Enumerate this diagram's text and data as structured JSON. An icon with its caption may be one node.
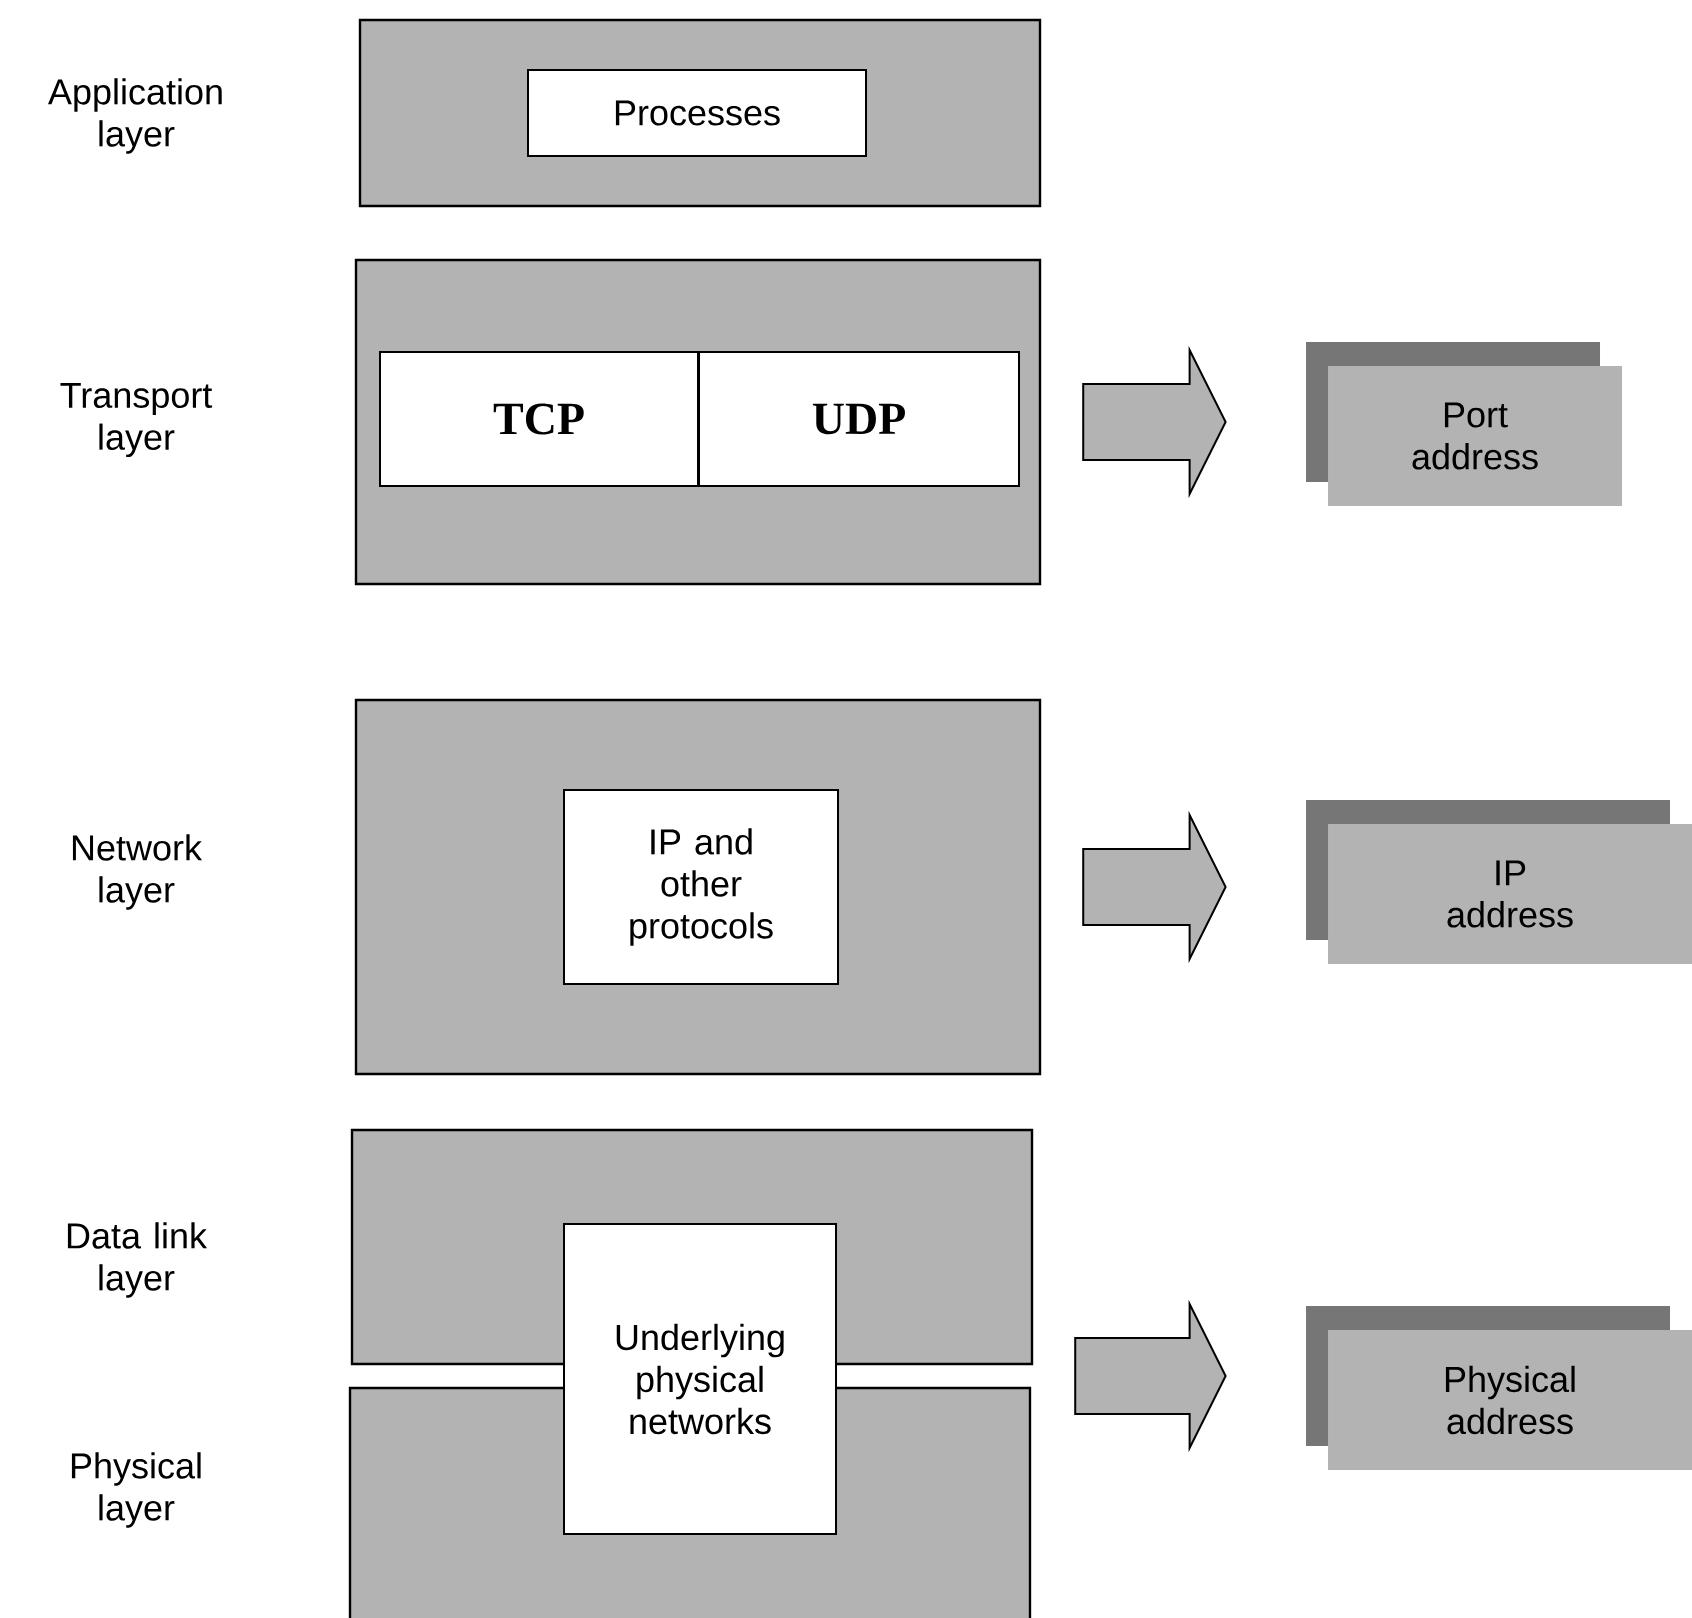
{
  "diagram": {
    "nodes": [
      {
        "text": [],
        "shape": "box"
      },
      {
        "text": [
          "Processes"
        ],
        "in": 0
      },
      {
        "text": [],
        "shape": "box"
      },
      {
        "text": [
          "TCP"
        ],
        "in": 2
      },
      {
        "text": [
          "UDP"
        ],
        "in": 2
      },
      {
        "text": [],
        "shape": "box"
      },
      {
        "text": [
          "IP and other protocols"
        ],
        "in": 5
      },
      {
        "text": [],
        "shape": "box"
      },
      {
        "text": [],
        "shape": "box"
      },
      {
        "text": [
          "Underlying physical networks"
        ]
      },
      {
        "text": [
          "Port address"
        ]
      },
      {
        "text": [
          "IP address"
        ]
      },
      {
        "text": [
          "Physical address"
        ]
      }
    ],
    "edges": [
      {
        "from": 2,
        "to": 10,
        "arrow": "to"
      },
      {
        "from": 5,
        "to": 11,
        "arrow": "to"
      },
      {
        "from": 7,
        "to": 12,
        "arrow": "to"
      },
      {
        "from": 8,
        "to": 12,
        "arrow": "to"
      }
    ],
    "labels": [
      "Application layer",
      "Transport layer",
      "Network layer",
      "Data link layer",
      "Physical layer"
    ]
  }
}
